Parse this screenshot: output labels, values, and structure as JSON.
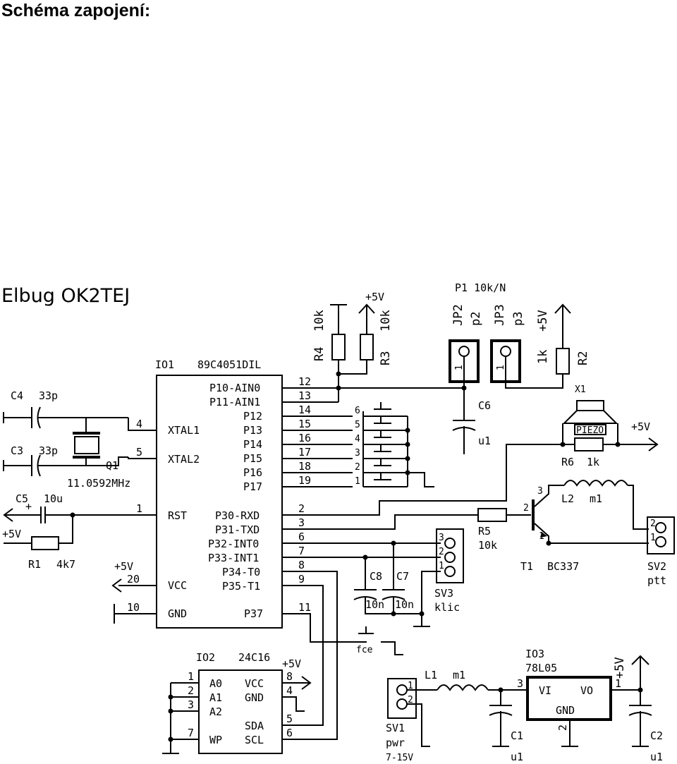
{
  "page": {
    "title": "Schéma zapojení:"
  },
  "schematic": {
    "title": "Elbug OK2TEJ",
    "io1": {
      "ref": "IO1",
      "part": "89C4051DIL",
      "pins_left": [
        {
          "num": "4",
          "name": "XTAL1"
        },
        {
          "num": "5",
          "name": "XTAL2"
        },
        {
          "num": "1",
          "name": "RST"
        },
        {
          "num": "20",
          "name": "VCC"
        },
        {
          "num": "10",
          "name": "GND"
        }
      ],
      "pins_right": [
        {
          "num": "12",
          "name": "P10-AIN0"
        },
        {
          "num": "13",
          "name": "P11-AIN1"
        },
        {
          "num": "14",
          "name": "P12"
        },
        {
          "num": "15",
          "name": "P13"
        },
        {
          "num": "16",
          "name": "P14"
        },
        {
          "num": "17",
          "name": "P15"
        },
        {
          "num": "18",
          "name": "P16"
        },
        {
          "num": "19",
          "name": "P17"
        },
        {
          "num": "2",
          "name": "P30-RXD"
        },
        {
          "num": "3",
          "name": "P31-TXD"
        },
        {
          "num": "6",
          "name": "P32-INT0"
        },
        {
          "num": "7",
          "name": "P33-INT1"
        },
        {
          "num": "8",
          "name": "P34-T0"
        },
        {
          "num": "9",
          "name": "P35-T1"
        },
        {
          "num": "11",
          "name": "P37"
        }
      ]
    },
    "io2": {
      "ref": "IO2",
      "part": "24C16",
      "supply": "+5V",
      "pins_left": [
        {
          "num": "1",
          "name": "A0"
        },
        {
          "num": "2",
          "name": "A1"
        },
        {
          "num": "3",
          "name": "A2"
        },
        {
          "num": "7",
          "name": "WP"
        }
      ],
      "pins_right": [
        {
          "num": "8",
          "name": "VCC"
        },
        {
          "num": "4",
          "name": "GND"
        },
        {
          "num": "5",
          "name": "SDA"
        },
        {
          "num": "6",
          "name": "SCL"
        }
      ]
    },
    "io3": {
      "ref": "IO3",
      "part": "78L05",
      "in_label": "VI",
      "out_label": "VO",
      "gnd_label": "GND",
      "pin_in": "3",
      "pin_out": "1",
      "pin_gnd": "2",
      "supply": "+5V"
    },
    "components": {
      "c4": {
        "ref": "C4",
        "value": "33p"
      },
      "c3": {
        "ref": "C3",
        "value": "33p"
      },
      "q1": {
        "ref": "Q1",
        "value": "11.0592MHz"
      },
      "c5": {
        "ref": "C5",
        "value": "10u",
        "plus": "+"
      },
      "r1": {
        "ref": "R1",
        "value": "4k7",
        "supply": "+5V"
      },
      "vcc_supply": "+5V",
      "r4": {
        "ref": "R4",
        "value": "10k"
      },
      "r3": {
        "ref": "R3",
        "value": "10k",
        "supply": "+5V"
      },
      "p1": {
        "label": "P1 10k/N"
      },
      "jp2": {
        "ref": "JP2",
        "value": "p2",
        "pin": "1"
      },
      "jp3": {
        "ref": "JP3",
        "value": "p3",
        "pin": "1"
      },
      "r2": {
        "ref": "R2",
        "value": "1k",
        "supply": "+5V"
      },
      "c6": {
        "ref": "C6",
        "value": "u1"
      },
      "x1": {
        "ref": "X1",
        "label": "PIEZO",
        "supply": "+5V"
      },
      "r6": {
        "ref": "R6",
        "value": "1k"
      },
      "switches": [
        "6",
        "5",
        "4",
        "3",
        "2",
        "1"
      ],
      "l2": {
        "ref": "L2",
        "value": "m1"
      },
      "r5": {
        "ref": "R5",
        "value": "10k"
      },
      "t1": {
        "ref": "T1",
        "value": "BC337",
        "pin_b": "2",
        "pin_c": "3",
        "pin_e": "1"
      },
      "sv2": {
        "ref": "SV2",
        "value": "ptt",
        "pin_a": "2",
        "pin_b": "1"
      },
      "c8": {
        "ref": "C8",
        "value": "10n"
      },
      "c7": {
        "ref": "C7",
        "value": "10n"
      },
      "sv3": {
        "ref": "SV3",
        "value": "klic",
        "pin_a": "3",
        "pin_b": "2",
        "pin_c": "1"
      },
      "fce": {
        "label": "fce"
      },
      "l1": {
        "ref": "L1",
        "value": "m1"
      },
      "sv1": {
        "ref": "SV1",
        "value": "pwr",
        "range": "7-15V",
        "pin_a": "1",
        "pin_b": "2"
      },
      "c1": {
        "ref": "C1",
        "value": "u1"
      },
      "c2": {
        "ref": "C2",
        "value": "u1"
      }
    }
  }
}
